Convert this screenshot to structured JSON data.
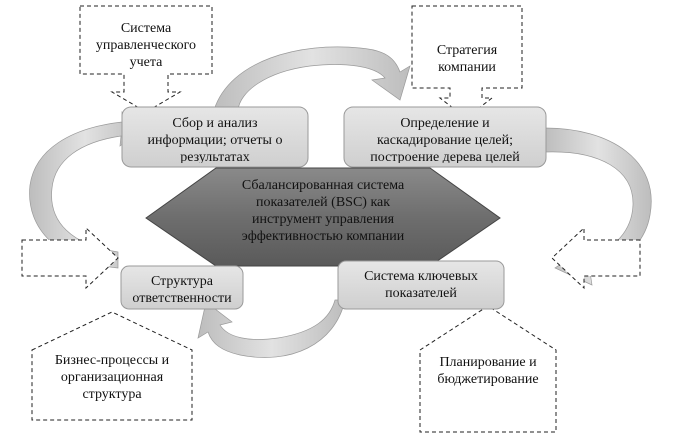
{
  "center": {
    "text": "Сбалансированная система\nпоказателей (BSC) как\nинструмент управления\nэффективностью  компании"
  },
  "boxes": {
    "collect": "Сбор и анализ\nинформации; отчеты о\nрезультатах",
    "goals": "Определение и\nкаскадирование целей;\nпостроение дерева целей",
    "responsibility": "Структура\nответственности",
    "kpi": "Система ключевых\nпоказателей"
  },
  "callouts": {
    "accounting": "Система\nуправленческого\nучета",
    "strategy": "Стратегия\nкомпании",
    "processes": "Бизнес-процессы и\nорганизационная\nструктура",
    "planning": "Планирование и\nбюджетирование"
  },
  "colors": {
    "hexagon_dark": "#6e6e6e",
    "hexagon_light": "#c4c4c4",
    "box_fill": "#d9d9d9",
    "arrow_fill": "#cfcfcf"
  }
}
